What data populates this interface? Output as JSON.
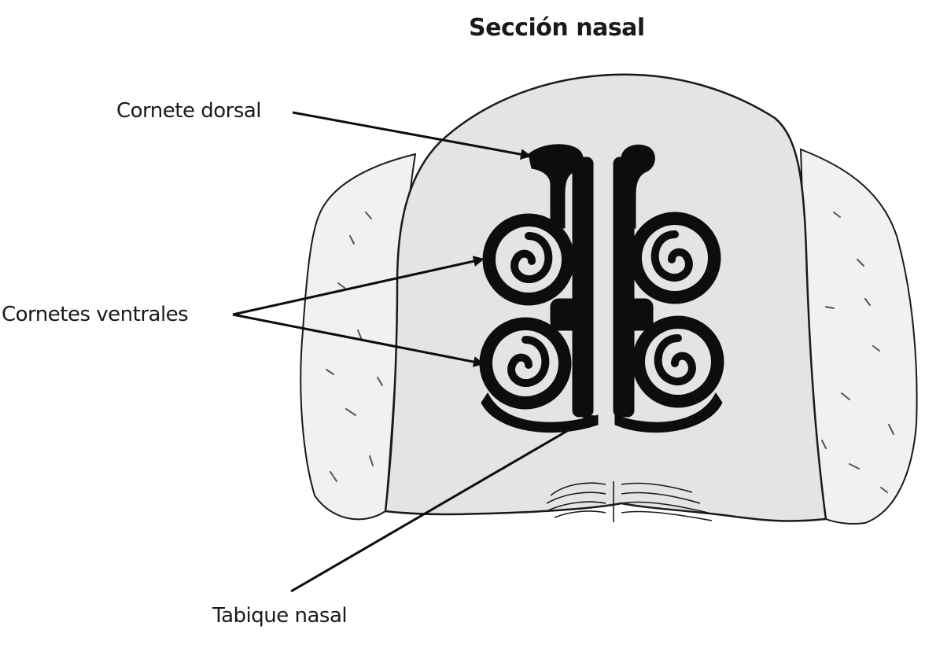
{
  "title": "Sección nasal",
  "labels": {
    "dorsal": "Cornete dorsal",
    "ventral": "Cornetes ventrales",
    "septum": "Tabique nasal"
  },
  "colors": {
    "background": "#ffffff",
    "section_fill": "#e4e4e4",
    "lateral_fill": "#f1f1f1",
    "outline": "#1a1a1a",
    "turbinate": "#0d0d0d"
  }
}
